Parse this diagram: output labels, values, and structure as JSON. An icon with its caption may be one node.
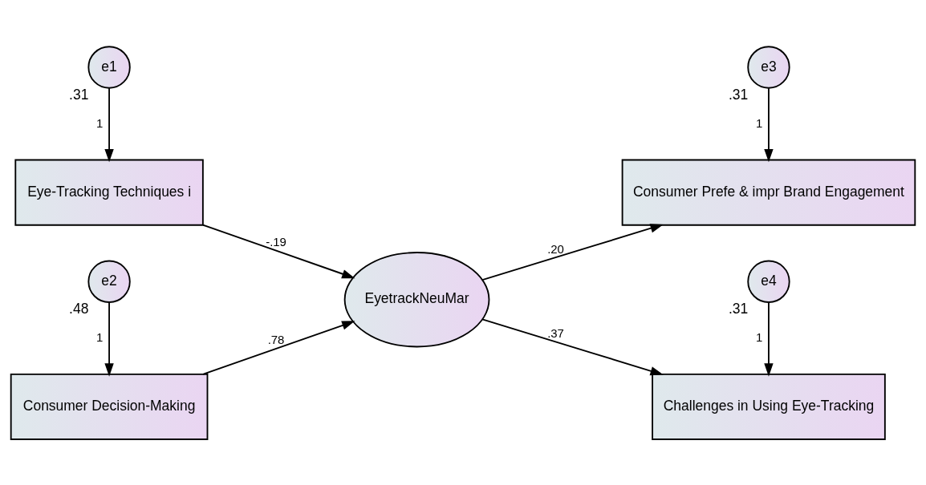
{
  "diagram": {
    "nodes": [
      {
        "text": [
          "e1"
        ],
        "beside": [
          ".31"
        ]
      },
      {
        "text": [
          "Eye-Tracking Techniques i"
        ]
      },
      {
        "text": [
          "e2"
        ],
        "beside": [
          ".48"
        ]
      },
      {
        "text": [
          "Consumer Decision-Making"
        ]
      },
      {
        "text": [
          "EyetrackNeuMar"
        ]
      },
      {
        "text": [
          "e3"
        ],
        "beside": [
          ".31"
        ]
      },
      {
        "text": [
          "Consumer Prefe & impr Brand Engagement"
        ]
      },
      {
        "text": [
          "e4"
        ],
        "beside": [
          ".31"
        ]
      },
      {
        "text": [
          "Challenges in Using Eye-Tracking"
        ]
      }
    ],
    "edges": [
      {
        "from": 0,
        "to": 1,
        "arrow": "to",
        "label": "1"
      },
      {
        "from": 2,
        "to": 3,
        "arrow": "to",
        "label": "1"
      },
      {
        "from": 1,
        "to": 4,
        "arrow": "to",
        "label": "-.19"
      },
      {
        "from": 3,
        "to": 4,
        "arrow": "to",
        "label": ".78"
      },
      {
        "from": 4,
        "to": 6,
        "arrow": "to",
        "label": ".20"
      },
      {
        "from": 4,
        "to": 8,
        "arrow": "to",
        "label": ".37"
      },
      {
        "from": 5,
        "to": 6,
        "arrow": "to",
        "label": "1"
      },
      {
        "from": 7,
        "to": 8,
        "arrow": "to",
        "label": "1"
      }
    ]
  }
}
